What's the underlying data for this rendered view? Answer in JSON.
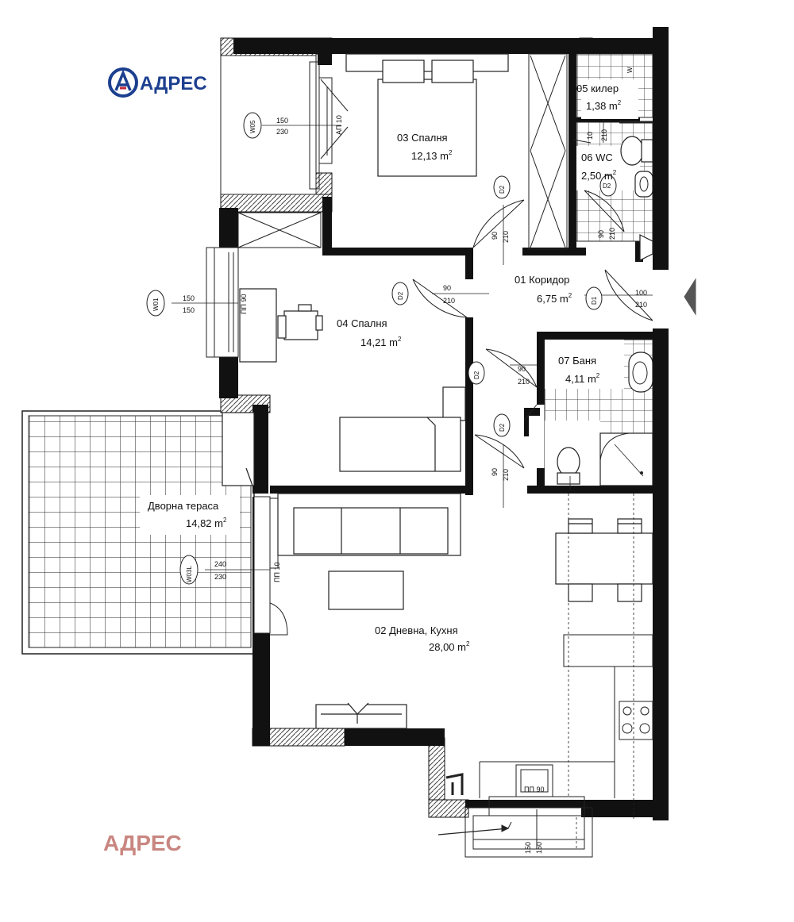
{
  "brand": {
    "name": "АДРЕС",
    "watermark": "АДРЕС",
    "logo_color": "#1c3f8f",
    "logo_accent": "#c8283c",
    "watermark_color": "#c98680"
  },
  "rooms": [
    {
      "id": "01",
      "name": "01 Коридор",
      "area": "6,75 m",
      "sup": "2"
    },
    {
      "id": "02",
      "name": "02 Дневна, Кухня",
      "area": "28,00 m",
      "sup": "2"
    },
    {
      "id": "03",
      "name": "03 Спалня",
      "area": "12,13 m",
      "sup": "2"
    },
    {
      "id": "04",
      "name": "04 Спалня",
      "area": "14,21 m",
      "sup": "2"
    },
    {
      "id": "05",
      "name": "05 килер",
      "area": "1,38 m",
      "sup": "2"
    },
    {
      "id": "06",
      "name": "06 WC",
      "area": "2,50 m",
      "sup": "2"
    },
    {
      "id": "07",
      "name": "07 Баня",
      "area": "4,11 m",
      "sup": "2"
    },
    {
      "id": "terrace",
      "name": "Дворна тераса",
      "area": "14,82 m",
      "sup": "2"
    }
  ],
  "windows": [
    {
      "tag": "W05",
      "w": "150",
      "h": "230"
    },
    {
      "tag": "W01",
      "w": "150",
      "h": "150"
    },
    {
      "tag": "W03L",
      "w": "240",
      "h": "230"
    }
  ],
  "doors": [
    {
      "tag": "D2",
      "w": "90",
      "h": "210"
    },
    {
      "tag": "D1",
      "w": "100",
      "h": "210"
    }
  ],
  "misc_labels": {
    "pp90": "ПП 90",
    "pp10": "ПП 10",
    "ad10": "АП 10",
    "dim150": "150",
    "dim10": "10"
  }
}
